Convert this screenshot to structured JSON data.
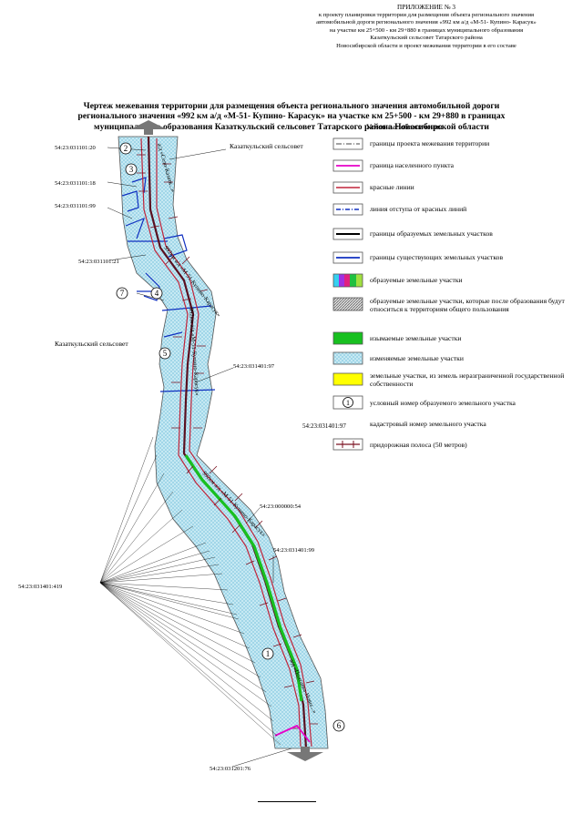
{
  "header": {
    "line1": "ПРИЛОЖЕНИЕ № 3",
    "line2": "к проекту планировки территории  для размещения объекта регионального значения",
    "line3": "автомобильной дороги регионального значения «992 км а/д «М-51- Купино- Карасук»",
    "line4": "на участке км 25+500 - км 29+880 в границах муниципального образования",
    "line5": "Казаткульский сельсовет Татарского района",
    "line6": "Новосибирской области и проект межевания территории в его составе"
  },
  "title": {
    "line1": "Чертеж межевания территории для размещения объекта регионального значения автомобильной дороги",
    "line2": "регионального значения «992 км а/д «М-51- Купино- Карасук» на участке км 25+500 - км 29+880 в границах",
    "line3": "муниципального образования Казаткульский сельсовет Татарского района Новосибирской области"
  },
  "legend": {
    "title": "Условные обозначения",
    "items": [
      {
        "label": "границы проекта межевания территории"
      },
      {
        "label": "граница населенного пункта"
      },
      {
        "label": "красные линии"
      },
      {
        "label": "линия отступа от красных линий"
      },
      {
        "label": "границы образуемых земельных участков"
      },
      {
        "label": "границы существующих земельных участков"
      },
      {
        "label": "образуемые земельные участки"
      },
      {
        "label": "образуемые земельные участки, которые после образования будут относиться к территориям общего пользования"
      },
      {
        "label": "изымаемые земельные участки"
      },
      {
        "label": "изменяемые земельные участки"
      },
      {
        "label": "земельные участки, из земель неразграниченной государственной собственности"
      },
      {
        "label": "условный номер образуемого земельного участка",
        "sample": "1"
      },
      {
        "label": "кадастровый номер земельного участка",
        "sample": "54:23:031401:97"
      },
      {
        "label": "придорожная полоса (50 метров)"
      }
    ]
  },
  "map": {
    "area_labels": {
      "top": "Казаткульский сельсовет",
      "left": "Казаткульский сельсовет"
    },
    "cadastral": {
      "c1": "54:23:031101:20",
      "c2": "54:23:031101:18",
      "c3": "54:23:031101:99",
      "c4": "54:23:031101:21",
      "c5": "54:23:031401:97",
      "c6": "54:23:000000:54",
      "c7": "54:23:031401:99",
      "c8": "54:23:031401:419",
      "c9": "54:23:031201:76"
    },
    "plot_numbers": {
      "n2": "2",
      "n3": "3",
      "n7": "7",
      "n4": "4",
      "n5": "5",
      "n1": "1",
      "n6": "6"
    },
    "road_labels": {
      "r1": "а/д «Село-Казатк...»",
      "r2": "992км а/д «М-51-Купино-Карасук»",
      "r3": "992км а/д «М-51-Купино-Карасук»",
      "r4": "992км а/д «М-51-Купино-Карасук»",
      "r5": "а/д «Полтавка-Новы...»"
    }
  },
  "colors": {
    "hatch": "#9fd6e6",
    "red_line": "#c0243a",
    "magenta": "#e600c8",
    "green": "#18c020",
    "blue": "#1030c0",
    "dark_red": "#7a1020"
  }
}
